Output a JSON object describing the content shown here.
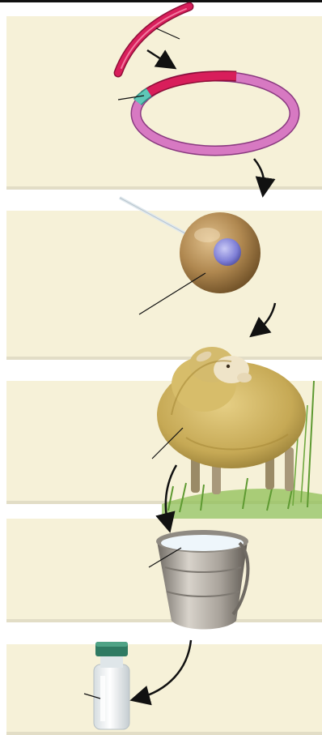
{
  "diagram": {
    "steps": [
      {
        "id": "gene-insertion"
      },
      {
        "id": "egg-cell-injection"
      },
      {
        "id": "transgenic-sheep"
      },
      {
        "id": "milk-collection"
      },
      {
        "id": "drug-vial"
      }
    ],
    "colors": {
      "panel_background": "#f6f1d8",
      "gene_dna": "#d81e5b",
      "plasmid": "#d779c2",
      "promoter": "#5fc7b8",
      "egg_cell": "#b08850",
      "nucleus": "#7f7fd6",
      "sheep_wool": "#c6a955",
      "grass": "#6fa83f",
      "bucket": "#a8a29a",
      "milk": "#eef6fb",
      "vial_cap": "#2f7a62"
    }
  }
}
